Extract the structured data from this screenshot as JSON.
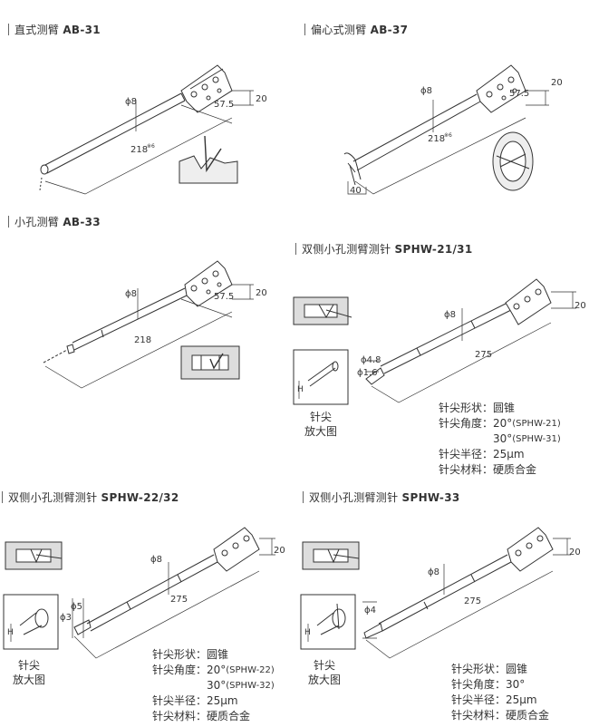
{
  "sections": [
    {
      "cn": "直式测臂",
      "code": "AB-31",
      "dims": {
        "d": "ϕ8",
        "L": "218",
        "Lsup": "※6",
        "a": "57.5",
        "h": "20"
      }
    },
    {
      "cn": "偏心式测臂",
      "code": "AB-37",
      "dims": {
        "d": "ϕ8",
        "L": "218",
        "Lsup": "※6",
        "a": "57.5",
        "h": "20",
        "off": "40"
      }
    },
    {
      "cn": "小孔测臂",
      "code": "AB-33",
      "dims": {
        "d": "ϕ8",
        "L": "218",
        "a": "57.5",
        "h": "20"
      }
    },
    {
      "cn": "双侧小孔测臂测针",
      "code": "SPHW-21/31",
      "dims": {
        "d": "ϕ8",
        "d1": "ϕ4.8",
        "d2": "ϕ1.6",
        "L": "275",
        "h": "20",
        "H": "H"
      },
      "caption": [
        "针尖",
        "放大图"
      ],
      "specs": [
        {
          "k": "针尖形状：",
          "v": "圆锥"
        },
        {
          "k": "针尖角度：",
          "v": "20°",
          "n": "(SPHW-21)"
        },
        {
          "k": "",
          "v": "30°",
          "n": "(SPHW-31)"
        },
        {
          "k": "针尖半径：",
          "v": "25μm"
        },
        {
          "k": "针尖材料：",
          "v": "硬质合金"
        }
      ]
    },
    {
      "cn": "双侧小孔测臂测针",
      "code": "SPHW-22/32",
      "dims": {
        "d": "ϕ8",
        "d1": "ϕ5",
        "d2": "ϕ3",
        "L": "275",
        "h": "20",
        "H": "H"
      },
      "caption": [
        "针尖",
        "放大图"
      ],
      "specs": [
        {
          "k": "针尖形状：",
          "v": "圆锥"
        },
        {
          "k": "针尖角度：",
          "v": "20°",
          "n": "(SPHW-22)"
        },
        {
          "k": "",
          "v": "30°",
          "n": "(SPHW-32)"
        },
        {
          "k": "针尖半径：",
          "v": "25μm"
        },
        {
          "k": "针尖材料：",
          "v": "硬质合金"
        }
      ]
    },
    {
      "cn": "双侧小孔测臂测针",
      "code": "SPHW-33",
      "dims": {
        "d": "ϕ8",
        "d1": "ϕ4",
        "L": "275",
        "h": "20",
        "H": "H"
      },
      "caption": [
        "针尖",
        "放大图"
      ],
      "specs": [
        {
          "k": "针尖形状：",
          "v": "圆锥"
        },
        {
          "k": "针尖角度：",
          "v": "30°"
        },
        {
          "k": "针尖半径：",
          "v": "25μm"
        },
        {
          "k": "针尖材料：",
          "v": "硬质合金"
        }
      ]
    }
  ]
}
